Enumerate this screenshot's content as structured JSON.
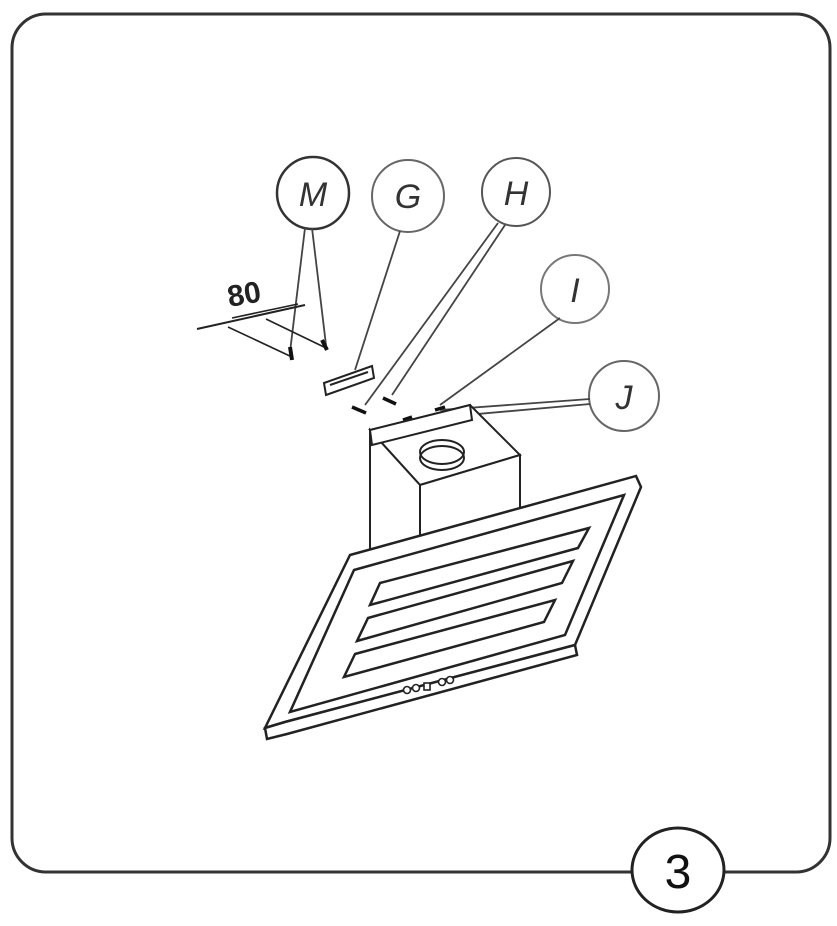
{
  "diagram": {
    "callouts": [
      {
        "id": "M",
        "label": "M"
      },
      {
        "id": "G",
        "label": "G"
      },
      {
        "id": "H",
        "label": "H"
      },
      {
        "id": "I",
        "label": "I"
      },
      {
        "id": "J",
        "label": "J"
      }
    ],
    "dimension": {
      "label": "80"
    },
    "step": {
      "label": "3"
    },
    "colors": {
      "line": "#222222",
      "frame": "#333333",
      "background": "#ffffff"
    }
  }
}
